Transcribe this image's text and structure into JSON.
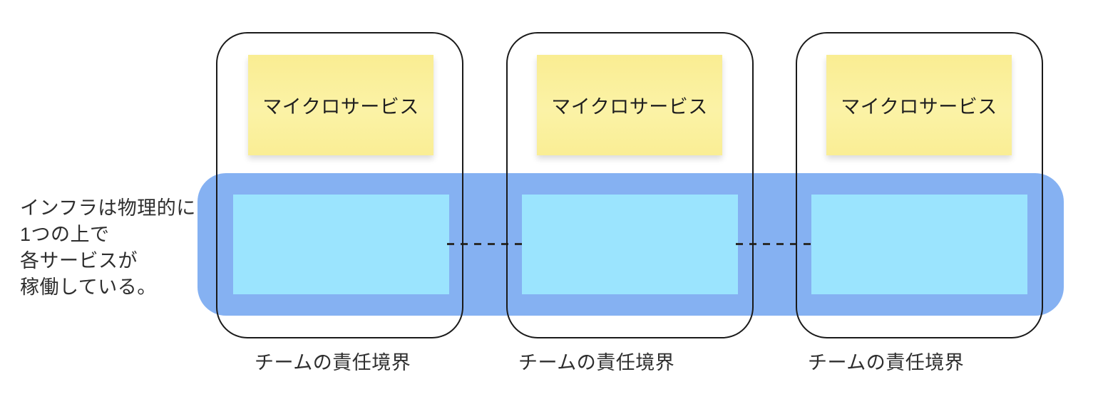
{
  "diagram": {
    "infra_annotation": "インフラは物理的に\n1つの上で\n各サービスが\n稼働している。",
    "panels": [
      {
        "sticky_label": "マイクロサービス",
        "boundary_label": "チームの責任境界"
      },
      {
        "sticky_label": "マイクロサービス",
        "boundary_label": "チームの責任境界"
      },
      {
        "sticky_label": "マイクロサービス",
        "boundary_label": "チームの責任境界"
      }
    ],
    "colors": {
      "band_blue": "#85b1f2",
      "infra_cyan": "#9be4fe",
      "sticky_yellow": "#fbf19c",
      "outline_black": "#1a1a1a",
      "text_dark": "#2e2e2e"
    }
  }
}
